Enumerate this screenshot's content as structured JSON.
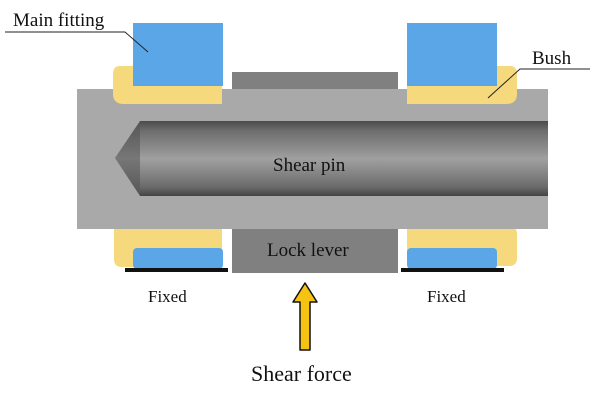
{
  "labels": {
    "main_fitting": "Main fitting",
    "bush": "Bush",
    "shear_pin": "Shear pin",
    "lock_lever": "Lock lever",
    "fixed_left": "Fixed",
    "fixed_right": "Fixed",
    "shear_force": "Shear force"
  },
  "colors": {
    "main_fitting": "#5aa6e6",
    "bush": "#f5d97c",
    "sleeve": "#a9a9a9",
    "lock_lever": "#808080",
    "arrow": "#f7c313",
    "fixed_bar": "#111111"
  }
}
